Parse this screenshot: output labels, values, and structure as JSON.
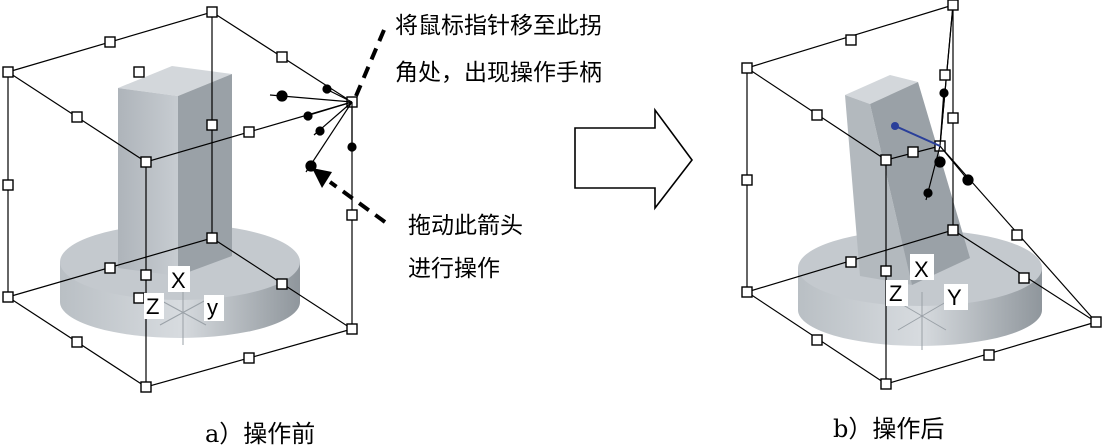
{
  "panel_a": {
    "caption": "a）操作前",
    "axes": {
      "x": "X",
      "z": "Z",
      "y": "y"
    },
    "annotation_top_line1": "将鼠标指针移至此拐",
    "annotation_top_line2": "角处，出现操作手柄",
    "annotation_bottom_line1": "拖动此箭头",
    "annotation_bottom_line2": "进行操作"
  },
  "panel_b": {
    "caption": "b）操作后",
    "axes": {
      "x": "X",
      "z": "Z",
      "y": "Y"
    }
  },
  "colors": {
    "solid_light": "#c9ced3",
    "solid_mid": "#a7adb3",
    "solid_dark": "#7f868d",
    "arrow_blue": "#2a3f9a"
  }
}
